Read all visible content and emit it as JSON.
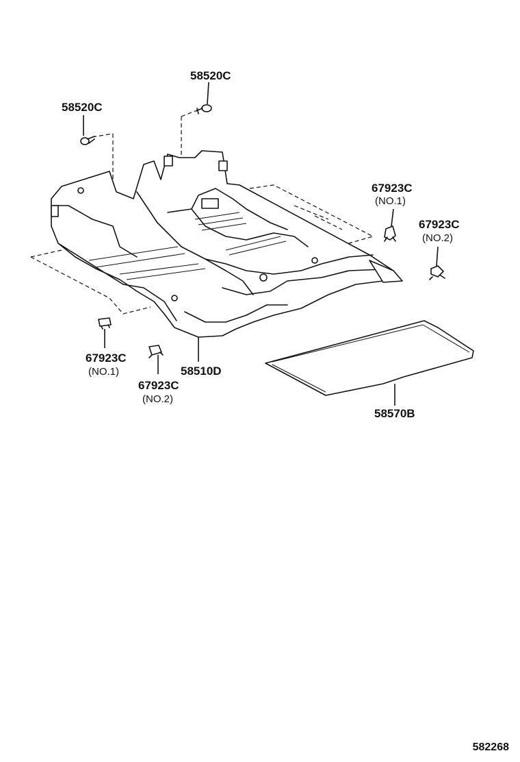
{
  "parts": {
    "screw_top": {
      "code": "58520C"
    },
    "screw_left": {
      "code": "58520C"
    },
    "clip_right_no1": {
      "code": "67923C",
      "note": "(NO.1)"
    },
    "clip_right_no2": {
      "code": "67923C",
      "note": "(NO.2)"
    },
    "clip_left_no1": {
      "code": "67923C",
      "note": "(NO.1)"
    },
    "clip_left_no2": {
      "code": "67923C",
      "note": "(NO.2)"
    },
    "floor_carpet": {
      "code": "58510D"
    },
    "luggage_mat": {
      "code": "58570B"
    }
  },
  "figure_number": "582268"
}
